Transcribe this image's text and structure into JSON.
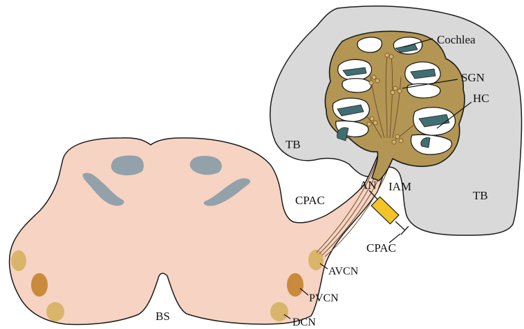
{
  "labels": {
    "cochlea": "Cochlea",
    "sgn": "SGN",
    "hc": "HC",
    "tb_left": "TB",
    "tb_right": "TB",
    "an": "AN",
    "iam": "IAM",
    "cpac_upper": "CPAC",
    "cpac_lower": "CPAC",
    "avcn": "AVCN",
    "pvcn": "PVCN",
    "dcn": "DCN",
    "bs": "BS"
  },
  "colors": {
    "temporal_bone": "#d9d9d9",
    "cochlea_fill": "#b39653",
    "brainstem_fill": "#f6d3c2",
    "gray_matter": "#93a1aa",
    "nucleus_light": "#d9b56b",
    "nucleus_dark": "#c98a3b",
    "electrode": "#f2c427",
    "scala_teal": "#3f6f73"
  }
}
